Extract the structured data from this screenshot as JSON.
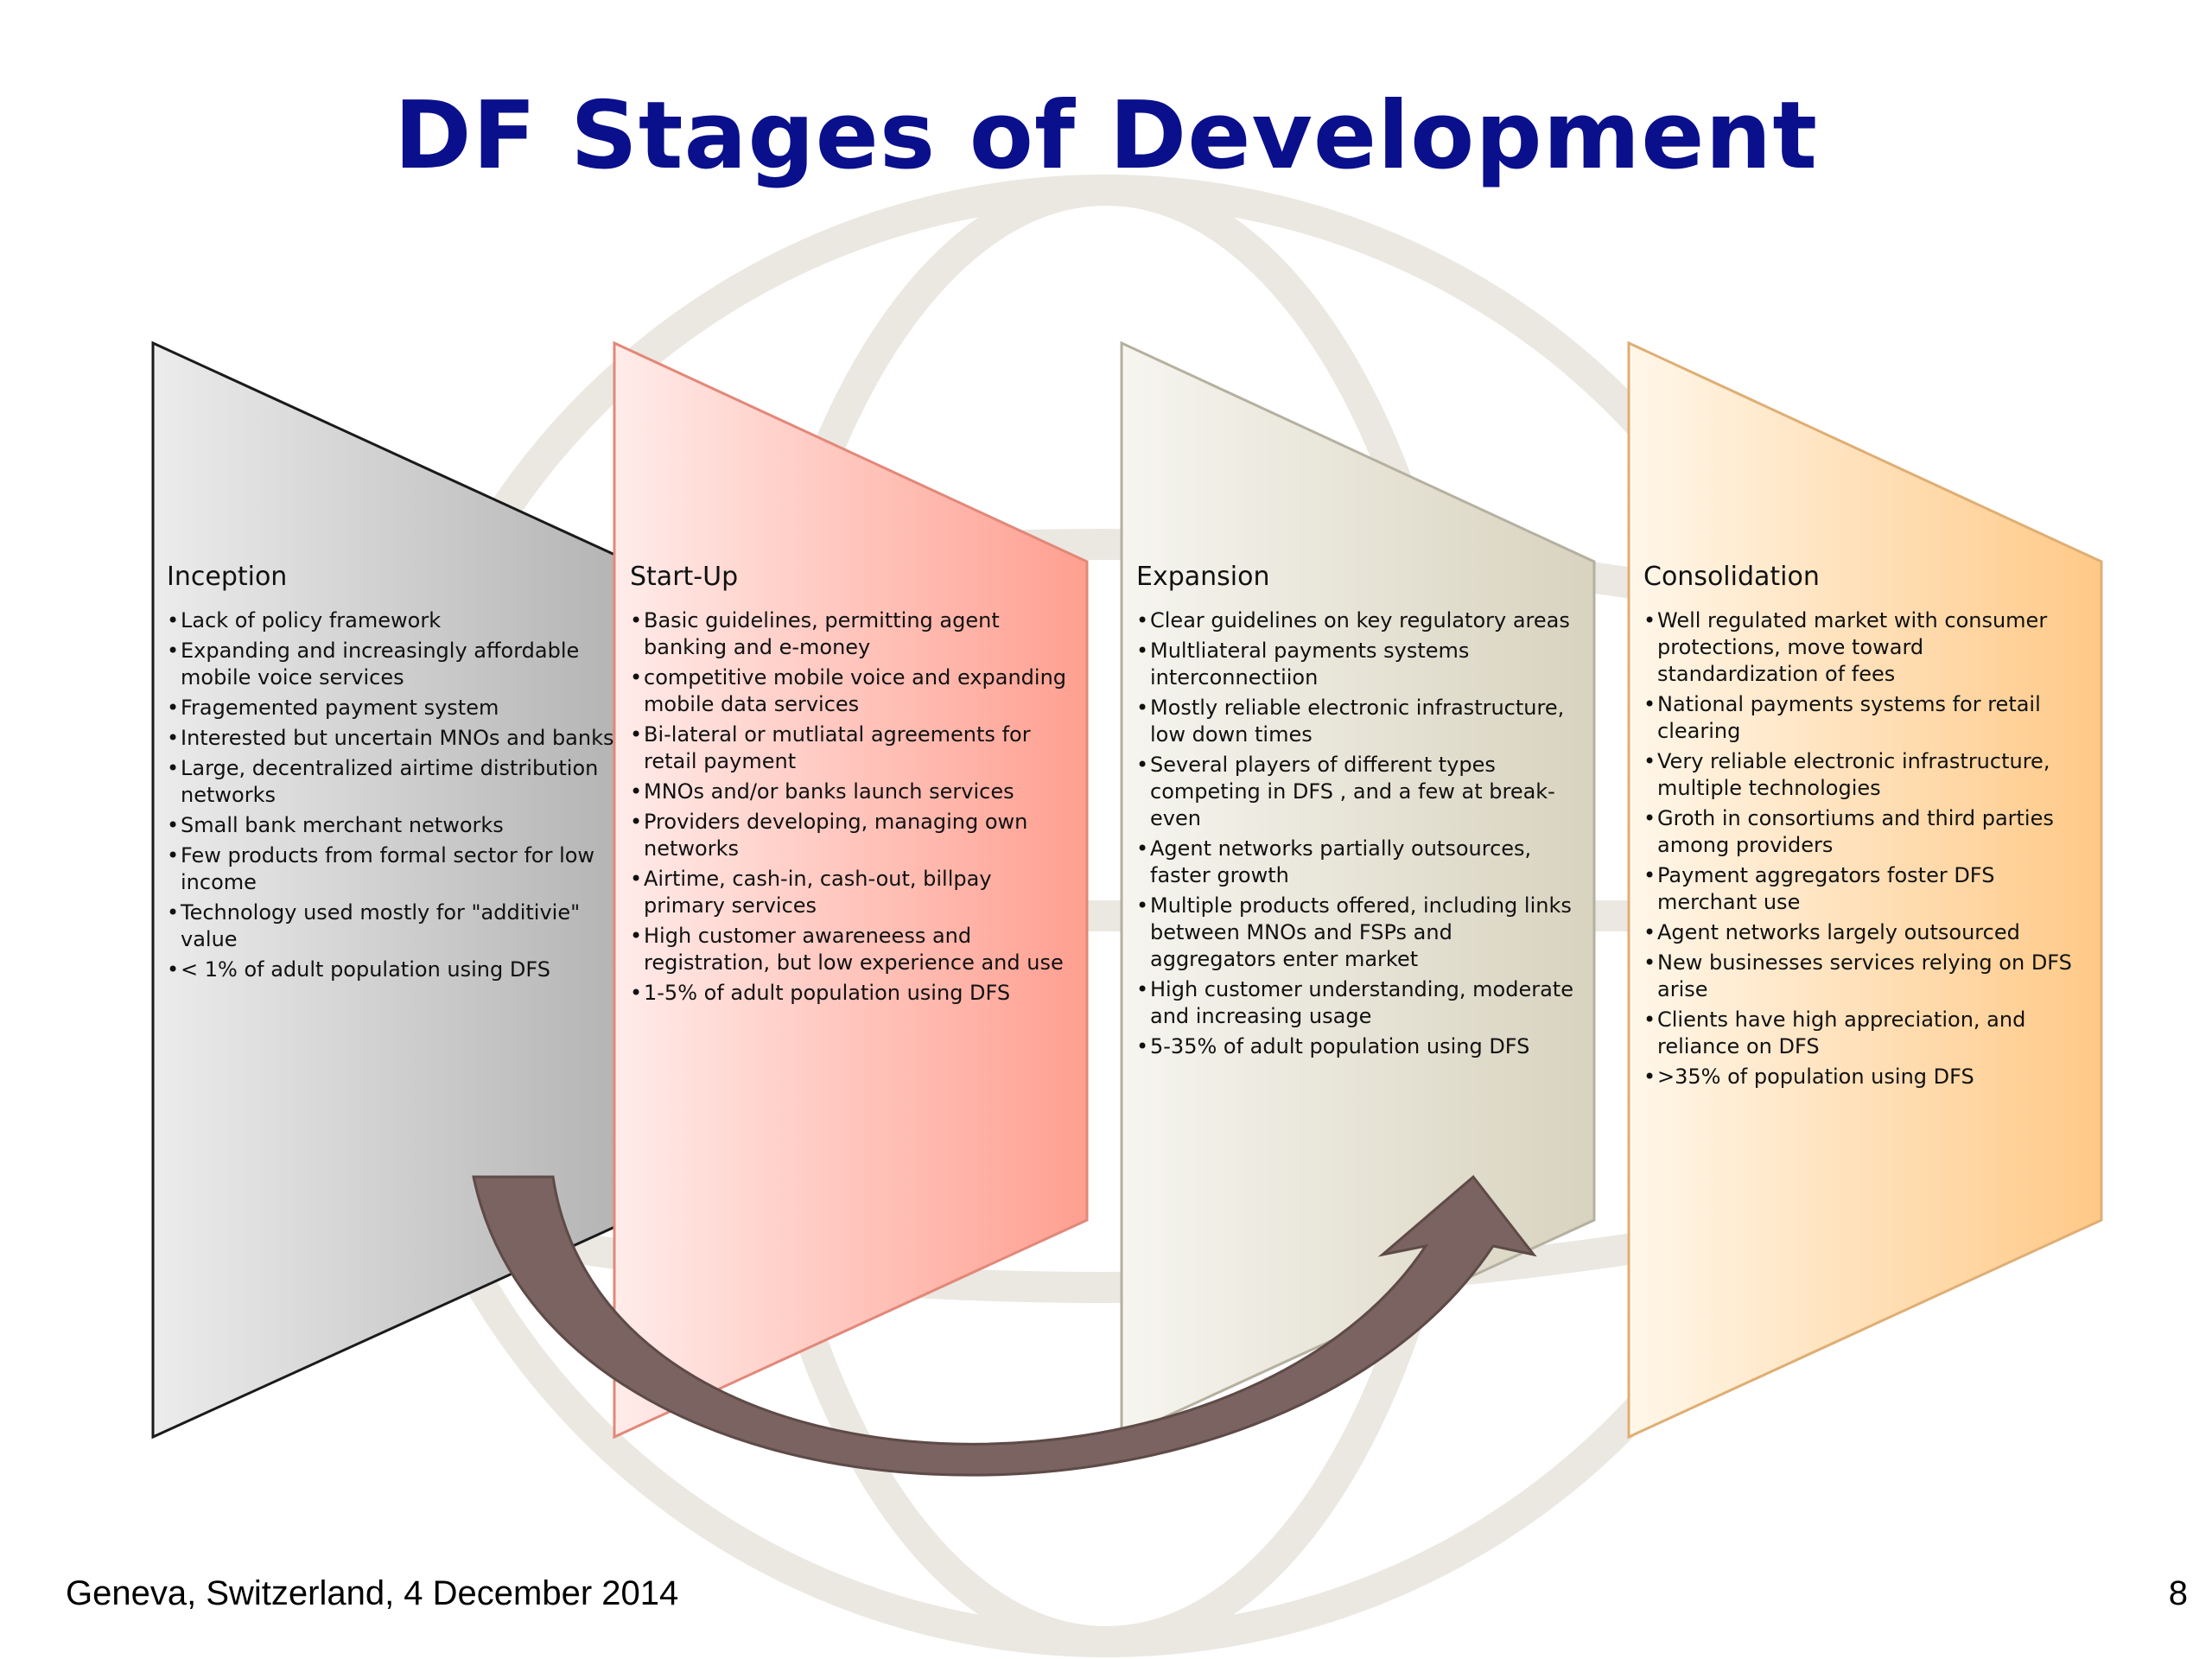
{
  "slide": {
    "title": "DF Stages of Development",
    "footer_location": "Geneva, Switzerland, 4 December 2014",
    "page_number": "8"
  },
  "stages": [
    {
      "heading": "Inception",
      "bullets": [
        "Lack of policy framework",
        "Expanding and increasingly affordable mobile voice services",
        "Fragemented payment system",
        "Interested but uncertain MNOs and banks",
        "Large, decentralized airtime distribution networks",
        "Small bank merchant networks",
        "Few products from formal sector for low income",
        "Technology used mostly for \"additivie\" value",
        "< 1% of adult population using DFS"
      ]
    },
    {
      "heading": "Start-Up",
      "bullets": [
        "Basic guidelines, permitting agent banking and e-money",
        "competitive mobile voice and expanding mobile data services",
        "Bi-lateral or mutliatal agreements for retail payment",
        "MNOs and/or banks launch services",
        "Providers developing, managing own networks",
        "Airtime, cash-in, cash-out, billpay primary services",
        "High customer awareneess and registration, but low experience and use",
        "1-5% of adult population using DFS"
      ]
    },
    {
      "heading": "Expansion",
      "bullets": [
        "Clear guidelines on key regulatory areas",
        "Multliateral payments systems interconnectiion",
        "Mostly reliable electronic infrastructure, low down times",
        "Several players of different types competing in DFS , and a few at break-even",
        "Agent networks partially outsources, faster growth",
        "Multiple products offered, including links between MNOs and FSPs and aggregators enter market",
        "High customer understanding, moderate and increasing usage",
        "5-35% of adult population using DFS"
      ]
    },
    {
      "heading": "Consolidation",
      "bullets": [
        "Well regulated market with consumer protections, move toward standardization of fees",
        "National payments systems for retail clearing",
        "Very reliable electronic infrastructure, multiple technologies",
        "Groth in consortiums and third parties among providers",
        "Payment aggregators foster DFS merchant use",
        "Agent networks largely outsourced",
        "New businesses services relying on DFS arise",
        "Clients have high appreciation, and reliance on DFS",
        ">35% of population using DFS"
      ]
    }
  ],
  "colors": {
    "title": "#0a0f8c",
    "stage_1_fill": "#b8b8b8",
    "stage_2_fill": "#ff9d8f",
    "stage_3_fill": "#d6d1bd",
    "stage_4_fill": "#ffc98a",
    "arrow_fill": "#7a6360",
    "watermark": "#ebe8e2"
  }
}
